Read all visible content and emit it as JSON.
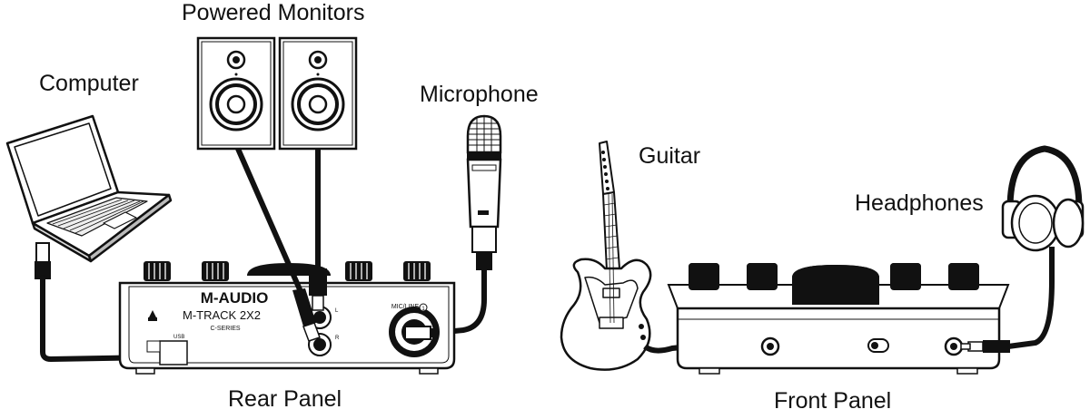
{
  "labels": {
    "powered_monitors": "Powered Monitors",
    "computer": "Computer",
    "microphone": "Microphone",
    "guitar": "Guitar",
    "headphones": "Headphones",
    "rear_panel": "Rear Panel",
    "front_panel": "Front Panel"
  },
  "device": {
    "brand": "M-AUDIO",
    "model": "M-TRACK 2X2",
    "sub": "C-SERIES",
    "mic_line_label": "MIC/LINE",
    "channel_number": "1",
    "output_l": "L",
    "output_r": "R",
    "usb_label": "USB"
  },
  "colors": {
    "ink": "#111111",
    "cable": "#111111",
    "background": "#ffffff"
  }
}
